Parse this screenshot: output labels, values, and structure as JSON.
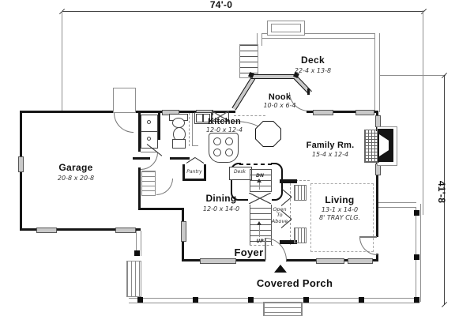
{
  "dimensions": {
    "overall_width": "74'-0",
    "overall_depth": "41'-8"
  },
  "rooms": {
    "deck": {
      "label": "Deck",
      "dims": "22-4 x 13-8"
    },
    "nook": {
      "label": "Nook",
      "dims": "10-0 x 6-4"
    },
    "kitchen": {
      "label": "Kitchen",
      "dims": "12-0 x 12-4"
    },
    "family": {
      "label": "Family Rm.",
      "dims": "15-4 x 12-4"
    },
    "garage": {
      "label": "Garage",
      "dims": "20-8 x 20-8"
    },
    "dining": {
      "label": "Dining",
      "dims": "12-0 x 14-0"
    },
    "living": {
      "label": "Living",
      "dims": "13-1 x 14-0",
      "ceiling": "8' TRAY CLG."
    },
    "foyer": {
      "label": "Foyer"
    },
    "porch": {
      "label": "Covered Porch"
    }
  },
  "annotations": {
    "pantry": "Pantry",
    "desk": "Desk",
    "open_to_above": "Open To Above",
    "stairs_down": "DN",
    "stairs_up": "UP"
  },
  "colors": {
    "wall": "#161616",
    "light_line": "#8f8f8f",
    "window_fill": "#c9c9c9",
    "background": "#ffffff",
    "text": "#111111"
  }
}
